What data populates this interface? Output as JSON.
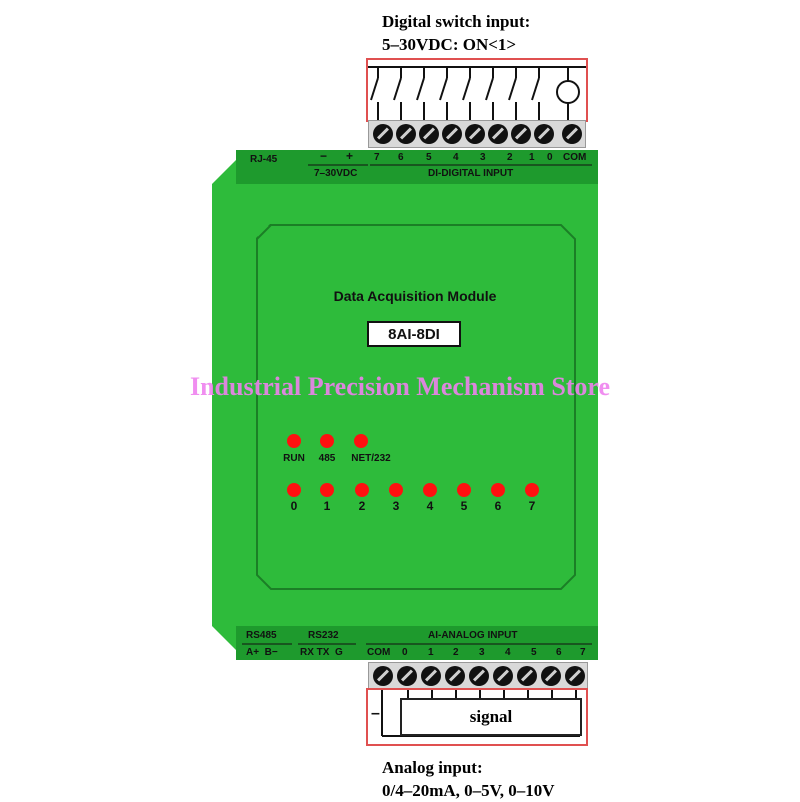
{
  "captions": {
    "top_line1": "Digital switch input:",
    "top_line2": "5–30VDC: ON<1>",
    "bottom_line1": "Analog input:",
    "bottom_line2": "0/4–20mA, 0–5V, 0–10V"
  },
  "board": {
    "rj45": "RJ-45",
    "power_minus": "−",
    "power_plus": "+",
    "power_range": "7–30VDC",
    "di_numbers": [
      "7",
      "6",
      "5",
      "4",
      "3",
      "2",
      "1",
      "0",
      "COM"
    ],
    "di_title": "DI-DIGITAL INPUT",
    "module_title": "Data Acquisition Module",
    "model": "8AI-8DI",
    "status_leds": [
      "RUN",
      "485",
      "NET/232"
    ],
    "channel_leds": [
      "0",
      "1",
      "2",
      "3",
      "4",
      "5",
      "6",
      "7"
    ],
    "rs485": "RS485",
    "rs485_pins": "A+  B−",
    "rs232": "RS232",
    "rs232_pins": "RX TX  G",
    "ai_title": "AI-ANALOG INPUT",
    "ai_numbers": [
      "COM",
      "0",
      "1",
      "2",
      "3",
      "4",
      "5",
      "6",
      "7"
    ]
  },
  "signal_label": "signal",
  "signal_minus": "–",
  "watermark": "Industrial Precision Mechanism Store",
  "colors": {
    "board_green": "#2ebb3b",
    "rail_green": "#1e9a2d",
    "led_red": "#ff1010",
    "callout_red": "#e05050",
    "watermark": "#ee82ee"
  }
}
